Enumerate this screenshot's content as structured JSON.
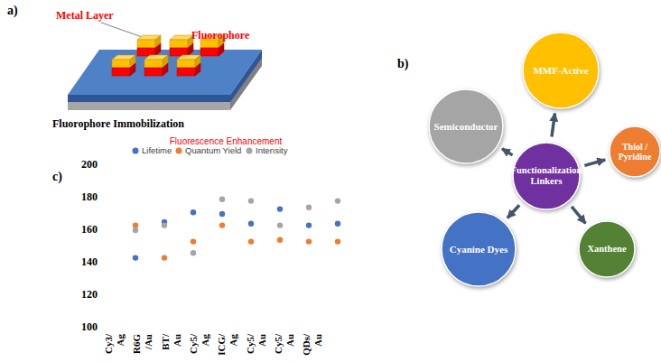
{
  "diagram": {
    "nodes": [
      {
        "text": [
          "Functionalization Linkers"
        ]
      },
      {
        "text": [
          "MMF-Active"
        ]
      },
      {
        "text": [
          "Thiol / Pyridine"
        ]
      },
      {
        "text": [
          "Xanthene"
        ]
      },
      {
        "text": [
          "Cyanine Dyes"
        ]
      },
      {
        "text": [
          "Semiconductor"
        ]
      }
    ],
    "edges": [
      {
        "from": 0,
        "to": 1,
        "arrow": "to"
      },
      {
        "from": 0,
        "to": 2,
        "arrow": "to"
      },
      {
        "from": 0,
        "to": 3,
        "arrow": "to"
      },
      {
        "from": 0,
        "to": 4,
        "arrow": "to"
      },
      {
        "from": 0,
        "to": 5,
        "arrow": "to"
      }
    ],
    "labels": [
      "a)",
      "Metal Layer",
      "Fluorophore",
      "Fluorophore Immobilization",
      "b)",
      "c)",
      "Fluorescence Enhancement",
      "200",
      "180",
      "160",
      "140",
      "120",
      "100",
      "Cy3/ Ag",
      "R6G /Au",
      "BT/ Au",
      "Cy5/ Ag",
      "ICG/ Ag",
      "Cy5/ Au",
      "Cy5/ Au",
      "QDs/ Au"
    ],
    "legend": [
      {
        "text": "Lifetime",
        "color": "#4472c4"
      },
      {
        "text": "Quantum Yield",
        "color": "#ed7d31"
      },
      {
        "text": "Intensity",
        "color": "#a5a5a5"
      }
    ]
  }
}
